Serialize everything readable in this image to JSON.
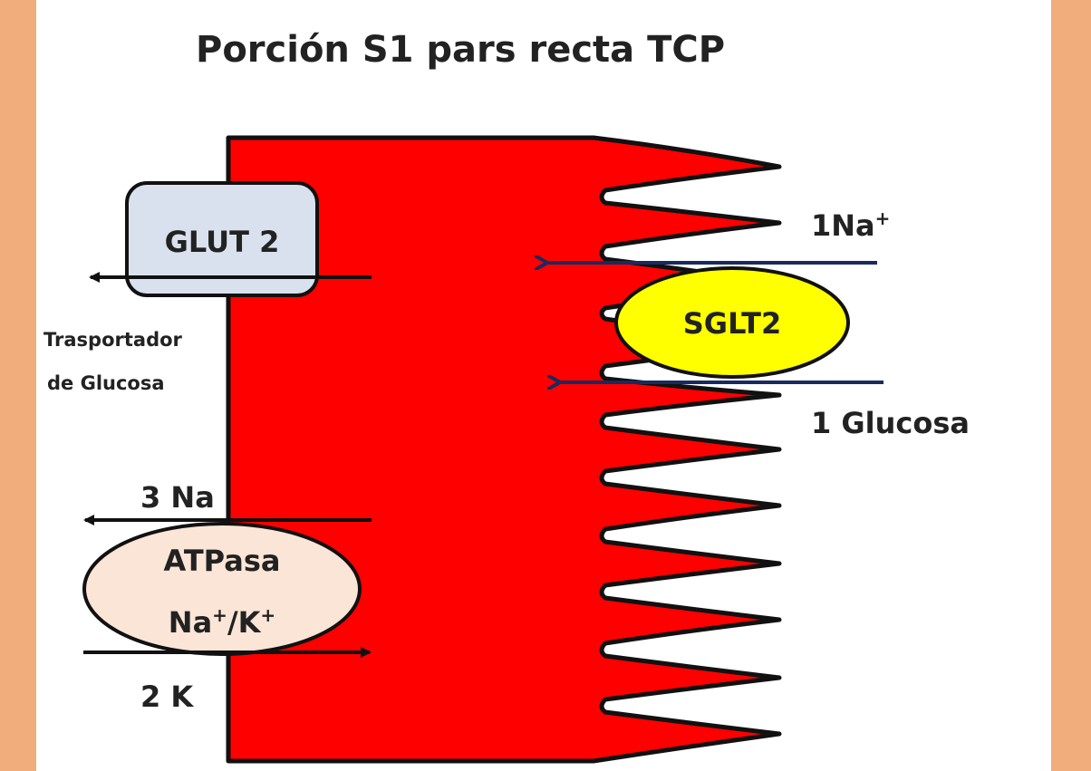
{
  "title": "Porción S1 pars recta TCP",
  "labels": {
    "glut2": "GLUT 2",
    "transporter_line1": "Trasportador",
    "transporter_line2": "de Glucosa",
    "na_in": "1Na",
    "na_in_charge": "+",
    "sglt2": "SGLT2",
    "glucose_in": "1 Glucosa",
    "na_out": "3 Na",
    "atpase_line1": "ATPasa",
    "atpase_line2_na": "Na",
    "atpase_line2_k": "K",
    "charge": "+",
    "slash": "/",
    "k_in": "2 K"
  },
  "colors": {
    "page_border": "#f2ad7c",
    "cell": "#ff0000",
    "glut2_fill": "#d9e1ee",
    "sglt2_fill": "#ffff00",
    "atpase_fill": "#fbe5d6",
    "arrow_dark": "#1a2a5e",
    "arrow_black": "#111111"
  }
}
